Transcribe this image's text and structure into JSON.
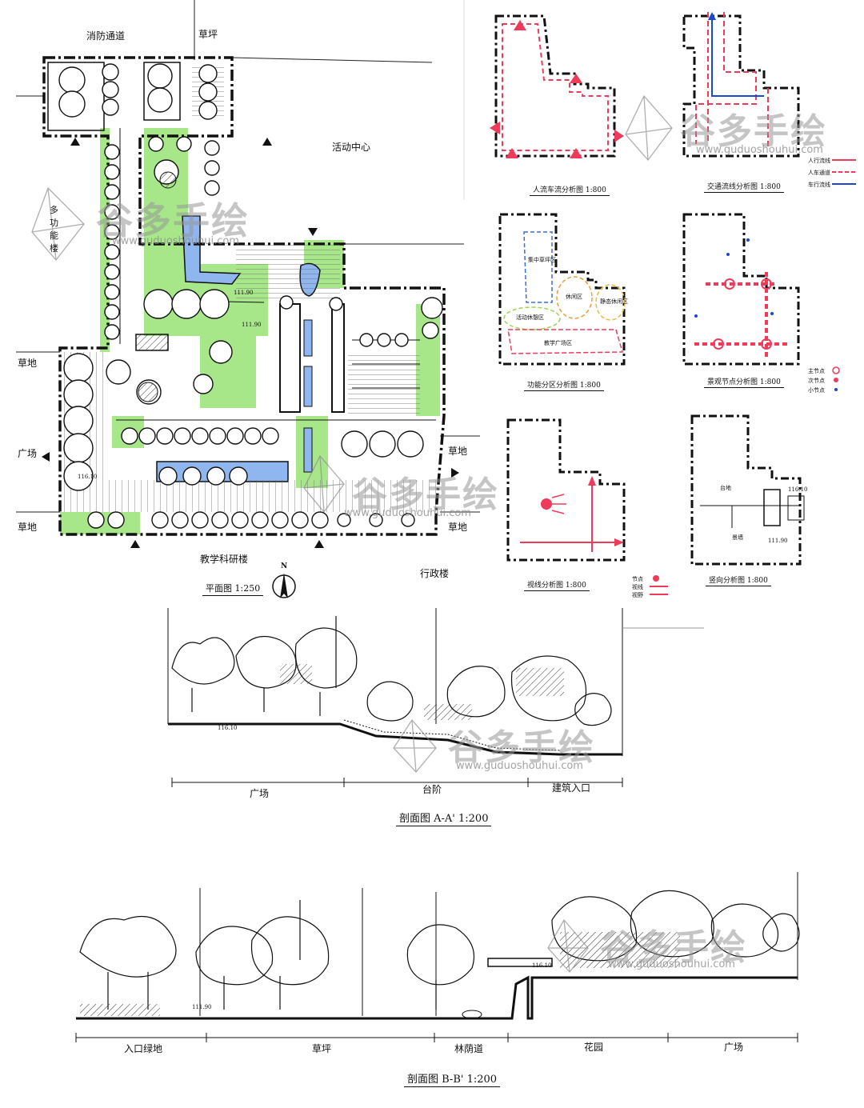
{
  "watermark": {
    "text": "谷多手绘",
    "url": "www.guduoshouhui.com"
  },
  "plan": {
    "caption": "平面图 1:250",
    "labels": {
      "fire_lane": "消防通道",
      "lawn_top": "草坪",
      "activity_center": "活动中心",
      "multi_function_building": "多功能楼",
      "lawn_left_1": "草地",
      "lawn_left_2": "草地",
      "square_left": "广场",
      "lawn_right_1": "草地",
      "lawn_right_2": "草地",
      "teaching_building": "教学科研楼",
      "admin_building": "行政楼",
      "elev_1": "111.90",
      "elev_2": "116.10",
      "elev_3": "111.90",
      "north": "N"
    }
  },
  "analysis": [
    {
      "caption": "人流车流分析图 1:800"
    },
    {
      "caption": "交通流线分析图 1:800",
      "legend": [
        "人行流线",
        "人车通道",
        "车行流线"
      ]
    },
    {
      "caption": "功能分区分析图 1:800",
      "zones": [
        "集中草坪区",
        "休闲区",
        "活动休憩区",
        "静态休闲区",
        "教学广场区"
      ]
    },
    {
      "caption": "景观节点分析图 1:800",
      "legend": [
        "主节点",
        "次节点",
        "小节点"
      ]
    },
    {
      "caption": "视线分析图 1:800",
      "legend": [
        "节点",
        "视线",
        "视野"
      ]
    },
    {
      "caption": "竖向分析图 1:800",
      "labels": [
        "台地",
        "景墙",
        "116.10",
        "111.90"
      ]
    }
  ],
  "section_aa": {
    "caption": "剖面图 A-A' 1:200",
    "elev": "116.10",
    "dims": [
      "广场",
      "台阶",
      "建筑入口"
    ]
  },
  "section_bb": {
    "caption": "剖面图 B-B' 1:200",
    "elev_left": "111.90",
    "elev_right": "116.10",
    "dims": [
      "入口绿地",
      "草坪",
      "林荫道",
      "花园",
      "广场"
    ]
  }
}
